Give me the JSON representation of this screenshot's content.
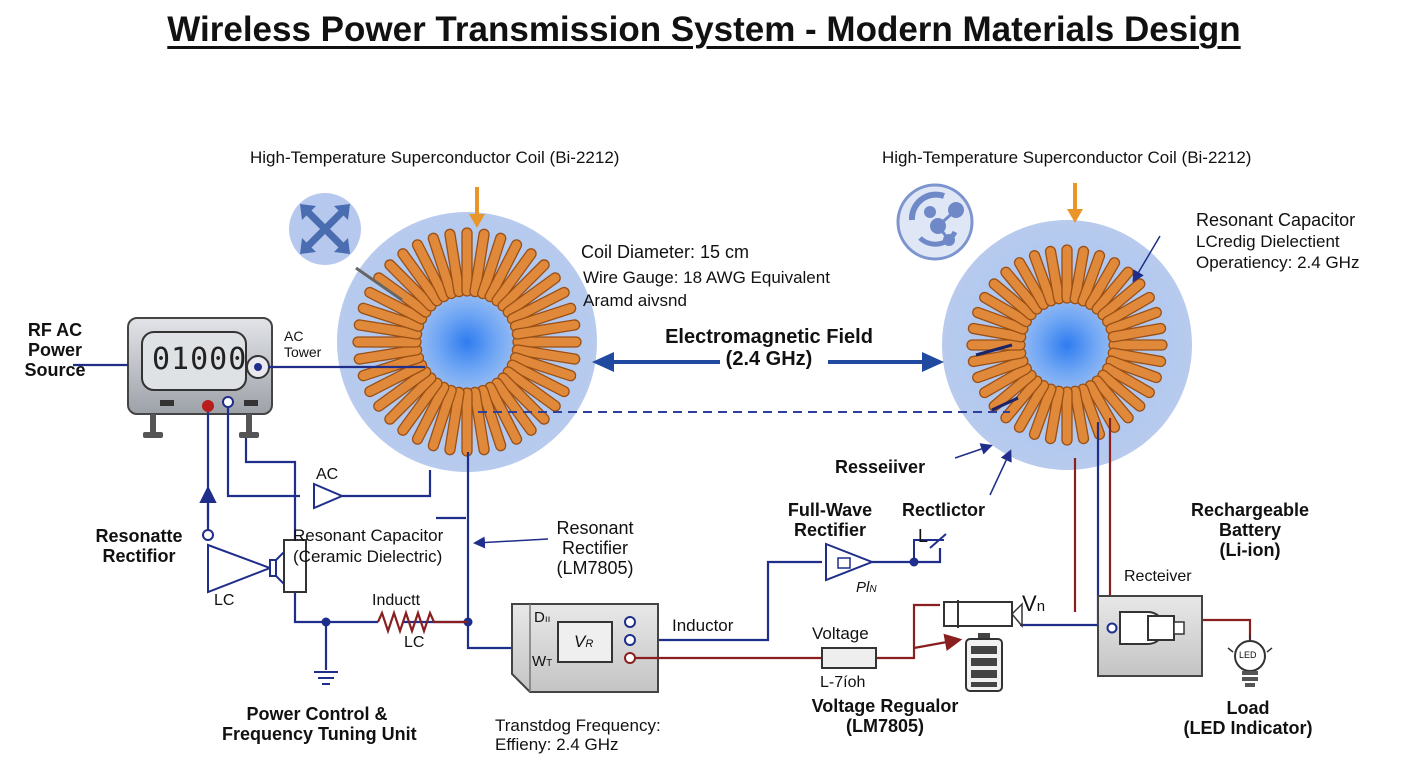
{
  "title": "Wireless Power Transmission System - Modern Materials Design",
  "labels": {
    "coil_left_title": "High-Temperature Superconductor Coil (Bi-2212)",
    "coil_right_title": "High-Temperature Superconductor Coil (Bi-2212)",
    "coil_diameter": "Coil Diameter: 15 cm",
    "wire_gauge": "Wire Gauge: 18 AWG Equivalent",
    "aramd": "Aramd aivsnd",
    "rf_source": [
      "RF AC",
      "Power",
      "Source"
    ],
    "lcd_display": "01000",
    "ac_tower": [
      "AC",
      "Tower"
    ],
    "em_field": [
      "Electromagnetic Field",
      "(2.4 GHz)"
    ],
    "res_cap_right": [
      "Resonant Capacitor",
      "LCredig Dielectient",
      "Operatiency: 2.4 GHz"
    ],
    "ac_small": "AC",
    "resonatte_rectifior": [
      "Resonatte",
      "Rectifior"
    ],
    "lc_left": "LC",
    "res_cap_ceramic": [
      "Resonant Capacitor",
      "(Ceramic Dielectric)"
    ],
    "resonant_rectifier": [
      "Resonant",
      "Rectifier",
      "(LM7805)"
    ],
    "inductt": "Inductt",
    "lc_mid": "LC",
    "box_d": "D",
    "box_d_sub": "ıı",
    "box_v": "V",
    "box_v_sub": "R",
    "box_w": "W",
    "box_w_sub": "T",
    "inductor": "Inductor",
    "full_wave": [
      "Full-Wave",
      "Rectifier"
    ],
    "pln": "Pl",
    "pln_sub": "N",
    "resseiiver": "Resseiiver",
    "rectlictor": "Rectlictor",
    "l_symbol": "L",
    "rech_battery": [
      "Rechargeable",
      "Battery",
      "(Li-ion)"
    ],
    "voltage": "Voltage",
    "l7ion": "L-7íoh",
    "vn": "V",
    "vn_sub": "n",
    "recteiver": "Recteiver",
    "led": "LED",
    "power_control": [
      "Power Control &",
      "Frequency Tuning Unit"
    ],
    "transtdog": [
      "Transtdog Frequency:",
      "Effieny: 2.4 GHz"
    ],
    "voltage_reg": [
      "Voltage Regualor",
      "(LM7805)"
    ],
    "load": [
      "Load",
      "(LED Indicator)"
    ]
  },
  "colors": {
    "wire_blue": "#1f2e8a",
    "wire_red": "#8a1f1f",
    "arrow_blue": "#1f4aa0",
    "arrow_orange": "#e8962a",
    "coil_copper": "#e0893a",
    "halo": "#aac0ec"
  }
}
